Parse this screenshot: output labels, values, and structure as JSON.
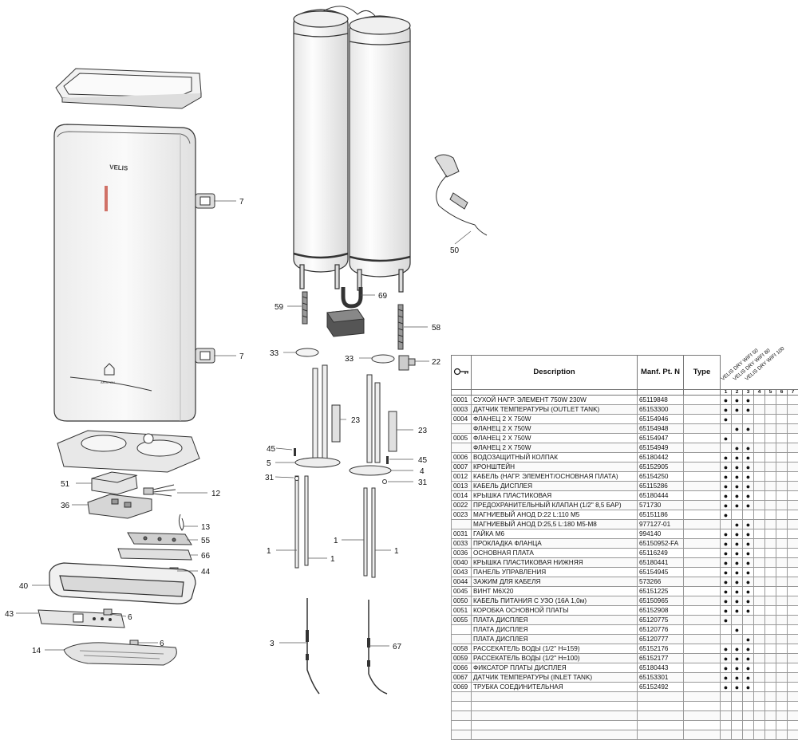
{
  "callouts": [
    "7",
    "7",
    "50",
    "59",
    "69",
    "58",
    "33",
    "33",
    "22",
    "23",
    "23",
    "45",
    "45",
    "5",
    "4",
    "31",
    "31",
    "51",
    "12",
    "36",
    "13",
    "55",
    "66",
    "44",
    "40",
    "43",
    "6",
    "6",
    "14",
    "1",
    "1",
    "1",
    "1",
    "3",
    "67"
  ],
  "brand_label": "VELIS",
  "panel_brand": "ARISTON",
  "table": {
    "col_description": "Description",
    "col_part": "Manf. Pt. N",
    "col_type": "Type",
    "models": [
      "VELIS DRY WIFI 50",
      "VELIS DRY WIFI 80",
      "VELIS DRY WIFI 100"
    ],
    "col_numbers": [
      "1",
      "2",
      "3",
      "4",
      "5",
      "6",
      "7"
    ],
    "rows": [
      {
        "code": "0001",
        "desc": "СУХОЙ НАГР. ЭЛЕМЕНТ 750W 230W",
        "part": "65119848",
        "m1": "●",
        "m2": "●",
        "m3": "●"
      },
      {
        "code": "0003",
        "desc": "ДАТЧИК ТЕМПЕРАТУРЫ (OUTLET TANK)",
        "part": "65153300",
        "m1": "●",
        "m2": "●",
        "m3": "●"
      },
      {
        "code": "0004",
        "desc": "ФЛАНЕЦ 2 X 750W",
        "part": "65154946",
        "m1": "●",
        "m2": "",
        "m3": ""
      },
      {
        "code": "",
        "desc": "ФЛАНЕЦ 2 X 750W",
        "part": "65154948",
        "m1": "",
        "m2": "●",
        "m3": "●"
      },
      {
        "code": "0005",
        "desc": "ФЛАНЕЦ 2 X 750W",
        "part": "65154947",
        "m1": "●",
        "m2": "",
        "m3": ""
      },
      {
        "code": "",
        "desc": "ФЛАНЕЦ 2 X 750W",
        "part": "65154949",
        "m1": "",
        "m2": "●",
        "m3": "●"
      },
      {
        "code": "0006",
        "desc": "ВОДОЗАЩИТНЫЙ КОЛПАК",
        "part": "65180442",
        "m1": "●",
        "m2": "●",
        "m3": "●"
      },
      {
        "code": "0007",
        "desc": "КРОНШТЕЙН",
        "part": "65152905",
        "m1": "●",
        "m2": "●",
        "m3": "●"
      },
      {
        "code": "0012",
        "desc": "КАБЕЛЬ (НАГР. ЭЛЕМЕНТ/ОСНОВНАЯ ПЛАТА)",
        "part": "65154250",
        "m1": "●",
        "m2": "●",
        "m3": "●"
      },
      {
        "code": "0013",
        "desc": "КАБЕЛЬ ДИСПЛЕЯ",
        "part": "65115286",
        "m1": "●",
        "m2": "●",
        "m3": "●"
      },
      {
        "code": "0014",
        "desc": "КРЫШКА ПЛАСТИКОВАЯ",
        "part": "65180444",
        "m1": "●",
        "m2": "●",
        "m3": "●"
      },
      {
        "code": "0022",
        "desc": "ПРЕДОХРАНИТЕЛЬНЫЙ КЛАПАН (1/2'' 8,5 БАР)",
        "part": "571730",
        "m1": "●",
        "m2": "●",
        "m3": "●"
      },
      {
        "code": "0023",
        "desc": "МАГНИЕВЫЙ АНОД D:22 L:110 M5",
        "part": "65151186",
        "m1": "●",
        "m2": "",
        "m3": ""
      },
      {
        "code": "",
        "desc": "МАГНИЕВЫЙ АНОД D:25,5 L:180 M5-M8",
        "part": "977127-01",
        "m1": "",
        "m2": "●",
        "m3": "●"
      },
      {
        "code": "0031",
        "desc": "ГАЙКА М6",
        "part": "994140",
        "m1": "●",
        "m2": "●",
        "m3": "●"
      },
      {
        "code": "0033",
        "desc": "ПРОКЛАДКА ФЛАНЦА",
        "part": "65150952-FA",
        "m1": "●",
        "m2": "●",
        "m3": "●"
      },
      {
        "code": "0036",
        "desc": "ОСНОВНАЯ ПЛАТА",
        "part": "65116249",
        "m1": "●",
        "m2": "●",
        "m3": "●"
      },
      {
        "code": "0040",
        "desc": "КРЫШКА ПЛАСТИКОВАЯ НИЖНЯЯ",
        "part": "65180441",
        "m1": "●",
        "m2": "●",
        "m3": "●"
      },
      {
        "code": "0043",
        "desc": "ПАНЕЛЬ УПРАВЛЕНИЯ",
        "part": "65154945",
        "m1": "●",
        "m2": "●",
        "m3": "●"
      },
      {
        "code": "0044",
        "desc": "ЗАЖИМ ДЛЯ КАБЕЛЯ",
        "part": "573266",
        "m1": "●",
        "m2": "●",
        "m3": "●"
      },
      {
        "code": "0045",
        "desc": "ВИНТ М6Х20",
        "part": "65151225",
        "m1": "●",
        "m2": "●",
        "m3": "●"
      },
      {
        "code": "0050",
        "desc": "КАБЕЛЬ ПИТАНИЯ С УЗО (16А 1,0м)",
        "part": "65150965",
        "m1": "●",
        "m2": "●",
        "m3": "●"
      },
      {
        "code": "0051",
        "desc": "КОРОБКА ОСНОВНОЙ ПЛАТЫ",
        "part": "65152908",
        "m1": "●",
        "m2": "●",
        "m3": "●"
      },
      {
        "code": "0055",
        "desc": "ПЛАТА ДИСПЛЕЯ",
        "part": "65120775",
        "m1": "●",
        "m2": "",
        "m3": ""
      },
      {
        "code": "",
        "desc": "ПЛАТА ДИСПЛЕЯ",
        "part": "65120776",
        "m1": "",
        "m2": "●",
        "m3": ""
      },
      {
        "code": "",
        "desc": "ПЛАТА ДИСПЛЕЯ",
        "part": "65120777",
        "m1": "",
        "m2": "",
        "m3": "●"
      },
      {
        "code": "0058",
        "desc": "РАССЕКАТЕЛЬ ВОДЫ (1/2'' H=159)",
        "part": "65152176",
        "m1": "●",
        "m2": "●",
        "m3": "●"
      },
      {
        "code": "0059",
        "desc": "РАССЕКАТЕЛЬ ВОДЫ (1/2'' H=100)",
        "part": "65152177",
        "m1": "●",
        "m2": "●",
        "m3": "●"
      },
      {
        "code": "0066",
        "desc": "ФИКСАТОР ПЛАТЫ ДИСПЛЕЯ",
        "part": "65180443",
        "m1": "●",
        "m2": "●",
        "m3": "●"
      },
      {
        "code": "0067",
        "desc": "ДАТЧИК ТЕМПЕРАТУРЫ (INLET TANK)",
        "part": "65153301",
        "m1": "●",
        "m2": "●",
        "m3": "●"
      },
      {
        "code": "0069",
        "desc": "ТРУБКА СОЕДИНИТЕЛЬНАЯ",
        "part": "65152492",
        "m1": "●",
        "m2": "●",
        "m3": "●"
      },
      {
        "code": "",
        "desc": "",
        "part": "",
        "m1": "",
        "m2": "",
        "m3": ""
      },
      {
        "code": "",
        "desc": "",
        "part": "",
        "m1": "",
        "m2": "",
        "m3": ""
      },
      {
        "code": "",
        "desc": "",
        "part": "",
        "m1": "",
        "m2": "",
        "m3": ""
      },
      {
        "code": "",
        "desc": "",
        "part": "",
        "m1": "",
        "m2": "",
        "m3": ""
      },
      {
        "code": "",
        "desc": "",
        "part": "",
        "m1": "",
        "m2": "",
        "m3": ""
      }
    ]
  }
}
